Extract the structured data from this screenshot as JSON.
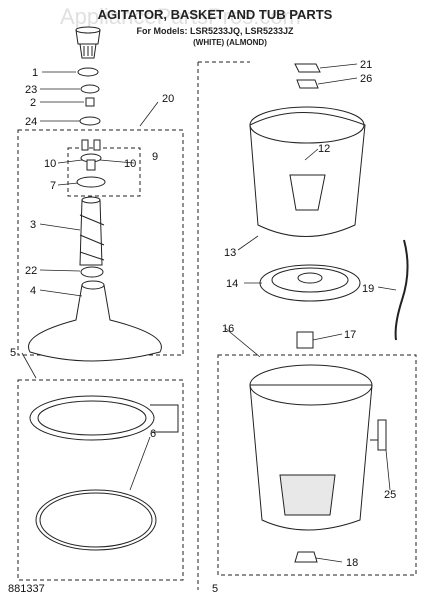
{
  "header": {
    "title": "AGITATOR, BASKET AND TUB PARTS",
    "models_line": "For Models: LSR5233JQ, LSR5233JZ",
    "variants_line": "(WHITE)          (ALMOND)",
    "watermark": "AppliancePartsPros.com"
  },
  "callouts": {
    "c1": "1",
    "c23": "23",
    "c2": "2",
    "c24": "24",
    "c20": "20",
    "c10a": "10",
    "c10b": "10",
    "c9": "9",
    "c7": "7",
    "c3": "3",
    "c22": "22",
    "c4": "4",
    "c5": "5",
    "c6": "6",
    "c21": "21",
    "c26": "26",
    "c12": "12",
    "c13": "13",
    "c14": "14",
    "c19": "19",
    "c16": "16",
    "c17": "17",
    "c25": "25",
    "c18": "18"
  },
  "footer": {
    "code": "881337",
    "page": "5"
  }
}
